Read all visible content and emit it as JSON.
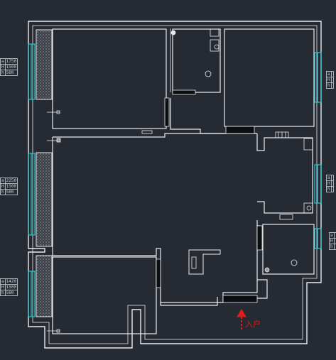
{
  "colors": {
    "background": "#262b33",
    "wall": "#e9ebee",
    "window": "#25c9cf",
    "door": "#0b0d10",
    "hatch": "#8f949b",
    "entry": "#e21b1b"
  },
  "entrance": {
    "label": "入户"
  },
  "annotations": {
    "left_1": [
      [
        "a",
        "1750"
      ],
      [
        "H",
        "1500"
      ],
      [
        "h",
        "500"
      ]
    ],
    "left_2": [
      [
        "a",
        "2250"
      ],
      [
        "H",
        "1500"
      ],
      [
        "h",
        "500"
      ]
    ],
    "left_3": [
      [
        "a",
        "1420"
      ],
      [
        "H",
        "1500"
      ],
      [
        "h",
        "500"
      ]
    ],
    "right_1": [
      [
        "a",
        ""
      ],
      [
        "H",
        ""
      ],
      [
        "h",
        ""
      ]
    ],
    "right_2": [
      [
        "a",
        ""
      ],
      [
        "H",
        ""
      ],
      [
        "h",
        ""
      ]
    ],
    "right_3": [
      [
        "a",
        ""
      ],
      [
        "H",
        ""
      ],
      [
        "h",
        ""
      ]
    ]
  },
  "fixtures": {
    "icons": [
      "window-icon",
      "door-icon",
      "toilet-icon",
      "basin-icon",
      "stove-icon",
      "sink-icon",
      "washer-icon",
      "radiator-icon",
      "entry-arrow-icon"
    ]
  }
}
